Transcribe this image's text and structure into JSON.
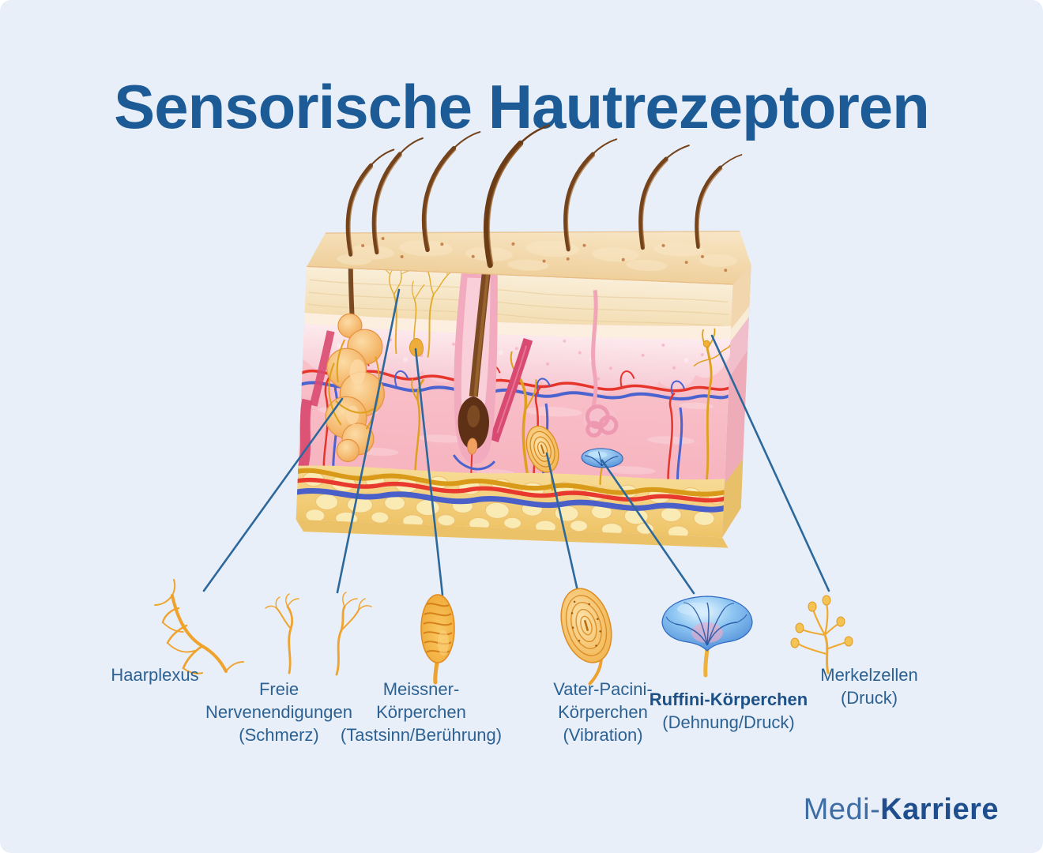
{
  "title": "Sensorische Hautrezeptoren",
  "receptors": [
    {
      "name": "Haarplexus",
      "icon": "nerve-plexus-icon",
      "label_lines": [
        "Haarplexus"
      ]
    },
    {
      "name": "Freie Nervenendigungen",
      "icon": "free-nerve-endings-icon",
      "label_lines": [
        "Freie",
        "Nervenendigungen",
        "(Schmerz)"
      ]
    },
    {
      "name": "Meissner-Körperchen",
      "icon": "meissner-corpuscle-icon",
      "label_lines": [
        "Meissner-",
        "Körperchen",
        "(Tastsinn/Berührung)"
      ]
    },
    {
      "name": "Vater-Pacini-Körperchen",
      "icon": "pacinian-corpuscle-icon",
      "label_lines": [
        "Vater-Pacini-",
        "Körperchen",
        "(Vibration)"
      ]
    },
    {
      "name": "Ruffini-Körperchen",
      "icon": "ruffini-corpuscle-icon",
      "label_lines": [
        "Ruffini-Körperchen",
        "(Dehnung/Druck)"
      ]
    },
    {
      "name": "Merkelzellen",
      "icon": "merkel-cells-icon",
      "label_lines": [
        "Merkelzellen",
        "(Druck)"
      ]
    }
  ],
  "logo": {
    "medi": "Medi-",
    "karriere": "Karriere"
  },
  "colors": {
    "background": "#e9eff8",
    "title": "#1d5b96",
    "label": "#2c6193",
    "label_bold": "#1d5186",
    "leader_line": "#2c689c",
    "nerve_orange": "#efa32c",
    "ruffini_blue": "#2e6fc9",
    "vessel_red": "#e6352b",
    "vessel_blue": "#4b63cf",
    "nerve_yellow": "#dfa01c"
  }
}
